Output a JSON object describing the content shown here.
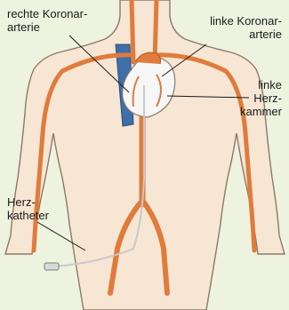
{
  "labels": {
    "right_coronary": [
      "rechte Koronar-",
      "arterie"
    ],
    "left_coronary": [
      "linke Koronar-",
      "arterie"
    ],
    "left_ventricle": [
      "linke",
      "Herz-",
      "kammer"
    ],
    "catheter": [
      "Herz-",
      "katheter"
    ]
  },
  "colors": {
    "background": "#eef3e0",
    "body_fill": "#f7e6d4",
    "body_outline": "#8a7a66",
    "artery": "#e07b3c",
    "artery_dark": "#b9541f",
    "vein": "#3e6fa9",
    "heart": "#f7f7f7",
    "catheter": "#c9c9c9"
  }
}
